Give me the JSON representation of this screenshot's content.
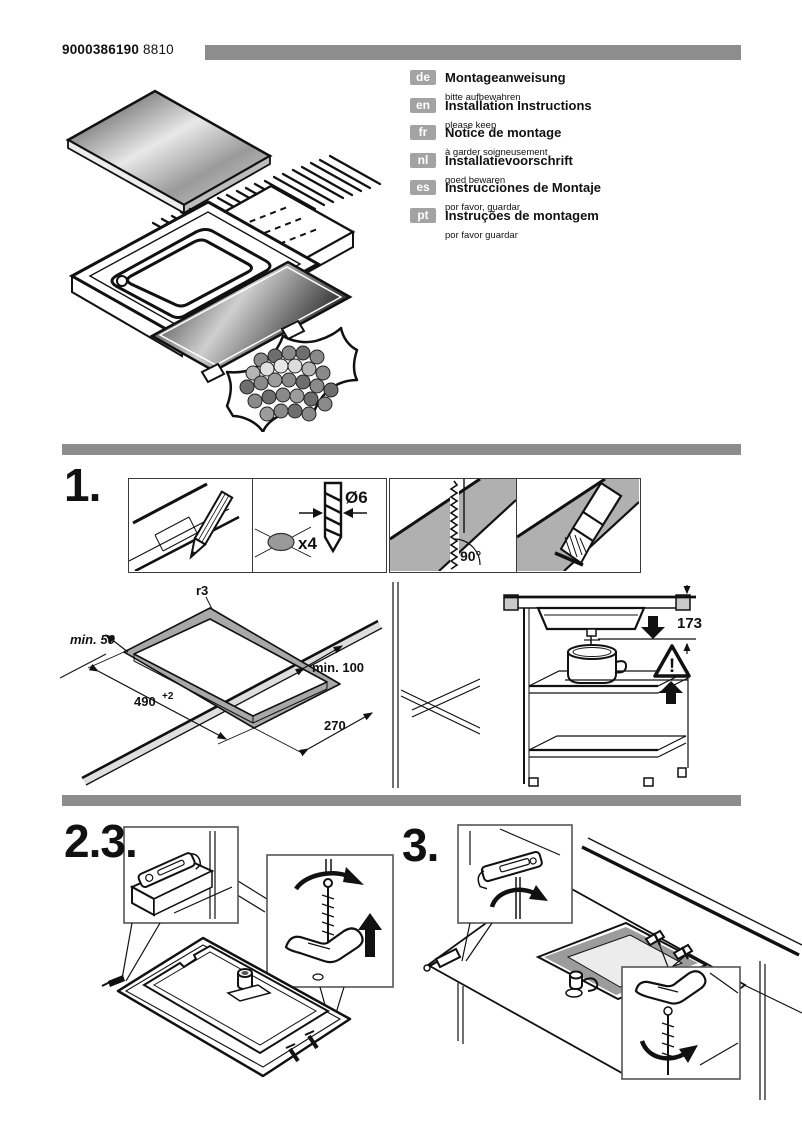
{
  "header": {
    "doc_number": "9000386190",
    "doc_code": "8810"
  },
  "languages": [
    {
      "code": "de",
      "title": "Montageanweisung",
      "note": "bitte aufbewahren"
    },
    {
      "code": "en",
      "title": "Installation Instructions",
      "note": "please keep"
    },
    {
      "code": "fr",
      "title": "Notice de montage",
      "note": "à garder soigneusement"
    },
    {
      "code": "nl",
      "title": "Installatievoorschrift",
      "note": "goed bewaren"
    },
    {
      "code": "es",
      "title": "Instrucciones de Montaje",
      "note": "por favor, guardar"
    },
    {
      "code": "pt",
      "title": "Instruções de montagem",
      "note": "por favor guardar"
    }
  ],
  "steps": {
    "step1": {
      "label": "1."
    },
    "step23": {
      "label": "2.3."
    },
    "step3": {
      "label": "3."
    }
  },
  "step1_details": {
    "marking_quantity": "x4",
    "drill_diameter": "Ø6",
    "cut_angle": "90°"
  },
  "installation_dimensions": {
    "corner_radius": "r3",
    "min_side_clearance": "min. 50",
    "min_rear_clearance": "min. 100",
    "cutout_width": "490",
    "cutout_width_tolerance": "+2",
    "cutout_depth": "270",
    "depth_below_worktop": "173",
    "warning_mark": "!"
  },
  "colors": {
    "bar_gray": "#8d8d8d",
    "language_badge_gray": "#a3a3a3",
    "worktop_section_gray": "#b0b0b0",
    "cutout_rim_gray": "#a8a8a8",
    "worktop_edge_band": "#dedede",
    "tub_shadow_gray": "#9c9c9c"
  }
}
